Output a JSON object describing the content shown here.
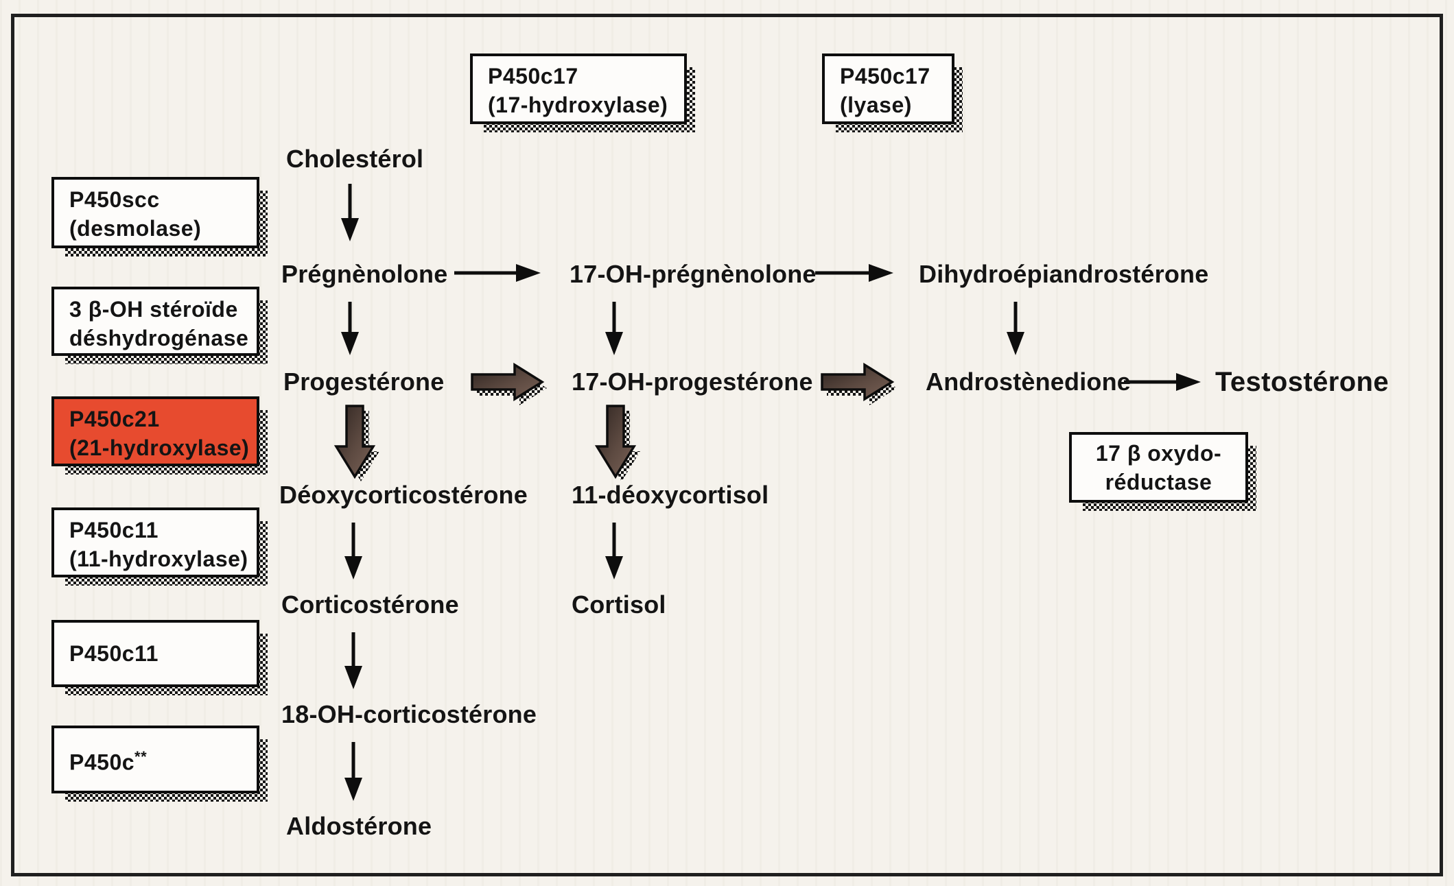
{
  "background_color": "#f5f2ec",
  "accent_red": "#e74b2f",
  "boxes": {
    "p450scc": {
      "line1": "P450scc",
      "line2": "(desmolase)"
    },
    "hsd3b": {
      "line1": "3 β-OH stéroïde",
      "line2": "déshydrogénase"
    },
    "p450c21": {
      "line1": "P450c21",
      "line2": "(21-hydroxylase)"
    },
    "p450c11_hydroxylase": {
      "line1": "P450c11",
      "line2": "(11-hydroxylase)"
    },
    "p450c11": {
      "line1": "P450c11"
    },
    "p450c_star": {
      "line1": "P450c",
      "sup": "**"
    },
    "p450c17_hydroxylase": {
      "line1": "P450c17",
      "line2": "(17-hydroxylase)"
    },
    "p450c17_lyase": {
      "line1": "P450c17",
      "line2": "(lyase)"
    },
    "oxydoreductase": {
      "line1": "17 β oxydo-",
      "line2": "réductase"
    }
  },
  "nodes": {
    "cholesterol": "Cholestérol",
    "pregnenolone": "Prégnènolone",
    "oh_pregnenolone": "17-OH-prégnènolone",
    "dhea": "Dihydroépiandrostérone",
    "progesterone": "Progestérone",
    "oh_progesterone": "17-OH-progestérone",
    "androstenedione": "Androstènedione",
    "testosterone": "Testostérone",
    "deoxycorticosterone": "Déoxycorticostérone",
    "deoxycortisol": "11-déoxycortisol",
    "corticosterone": "Corticostérone",
    "cortisol": "Cortisol",
    "oh_corticosterone": "18-OH-corticostérone",
    "aldosterone": "Aldostérone"
  }
}
